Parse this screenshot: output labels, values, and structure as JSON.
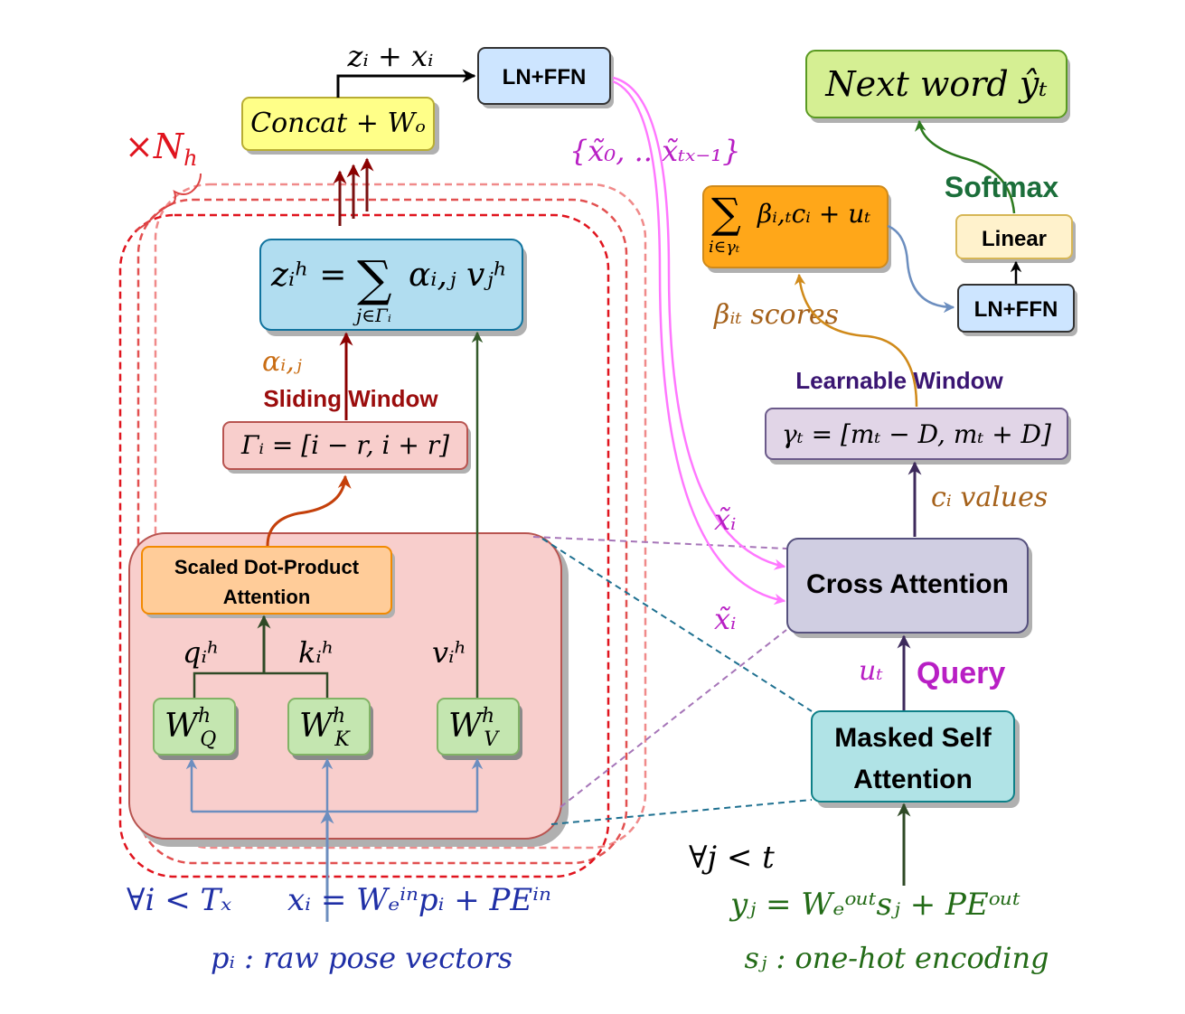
{
  "encoder": {
    "concat_label": "Concat + Wₒ",
    "residual_label": "zᵢ + xᵢ",
    "ln_ffn_label": "LN+FFN",
    "heads_label": "×N",
    "heads_sub": "h",
    "sum_box": {
      "lhs": "zᵢʰ = ",
      "sigma": "∑",
      "rhs": "αᵢ,ⱼ vⱼʰ",
      "sub": "j∈Γᵢ"
    },
    "alpha_label": "αᵢ,ⱼ",
    "sliding_window_label": "Sliding Window",
    "window_box": "Γᵢ = [i − r, i + r]",
    "sdpa_line1": "Scaled Dot-Product",
    "sdpa_line2": "Attention",
    "q_label": "qᵢʰ",
    "k_label": "kᵢʰ",
    "v_label": "vᵢʰ",
    "wq": "W",
    "wq_sup": "h",
    "wq_sub": "Q",
    "wk": "W",
    "wk_sup": "h",
    "wk_sub": "K",
    "wv": "W",
    "wv_sup": "h",
    "wv_sub": "V",
    "forall_i": "∀i < Tₓ",
    "input_eq": "xᵢ = Wₑⁱⁿpᵢ + PEⁱⁿ",
    "raw_pose": "pᵢ : raw pose vectors"
  },
  "decoder": {
    "next_word": "Next word ŷₜ",
    "softmax": "Softmax",
    "linear": "Linear",
    "ln_ffn": "LN+FFN",
    "enc_outputs": "{x̃₀, .. x̃ₜₓ₋₁}",
    "context_box": {
      "sigma": "∑",
      "rhs": "βᵢ,ₜcᵢ + uₜ",
      "sub": "i∈γₜ"
    },
    "beta_scores": "βᵢₜ scores",
    "learnable_window": "Learnable Window",
    "gamma_box": "γₜ = [mₜ − D, mₜ + D]",
    "c_values": "cᵢ values",
    "x_tilde_1": "x̃ᵢ",
    "x_tilde_2": "x̃ᵢ",
    "cross_attention": "Cross Attention",
    "u_t": "uₜ",
    "query": "Query",
    "masked_line1": "Masked Self",
    "masked_line2": "Attention",
    "forall_j": "∀j < t",
    "output_eq": "yⱼ = Wₑᵒᵘᵗsⱼ + PEᵒᵘᵗ",
    "one_hot": "sⱼ : one-hot encoding"
  },
  "colors": {
    "red": "#e0141e",
    "blue_text": "#1f2fa6",
    "green_text": "#236b17",
    "magenta": "#b81fc4",
    "brown": "#a5611a",
    "dark_red": "#9b0d0d",
    "purple": "#3a1572"
  }
}
